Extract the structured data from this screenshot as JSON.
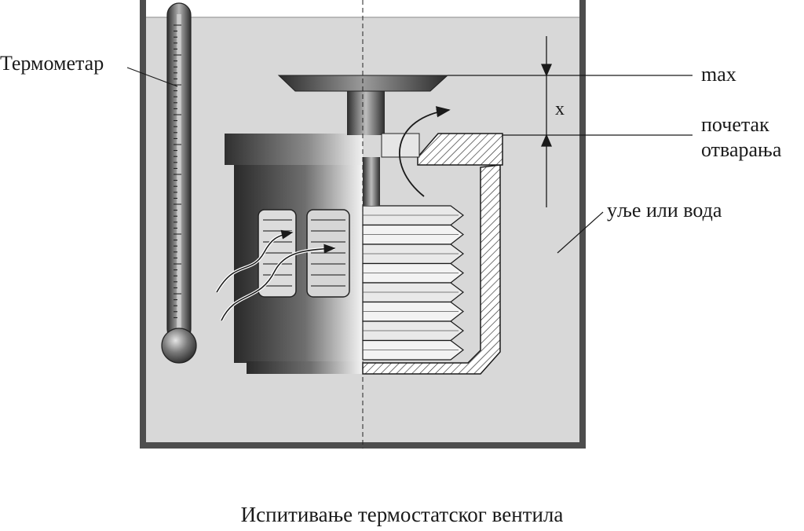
{
  "labels": {
    "thermometer": "Термометар",
    "max": "max",
    "opening_line1": "почетак",
    "opening_line2": "отварања",
    "displacement": "x",
    "fluid": "уље или вода"
  },
  "caption": "Испитивање термостатског вентила",
  "colors": {
    "bath_fluid": "#d8d8d8",
    "container_wall": "#4d4d4d",
    "metal_dark": "#3a3a3a",
    "metal_light": "#f2f2f2",
    "hatch": "#2a2a2a"
  }
}
